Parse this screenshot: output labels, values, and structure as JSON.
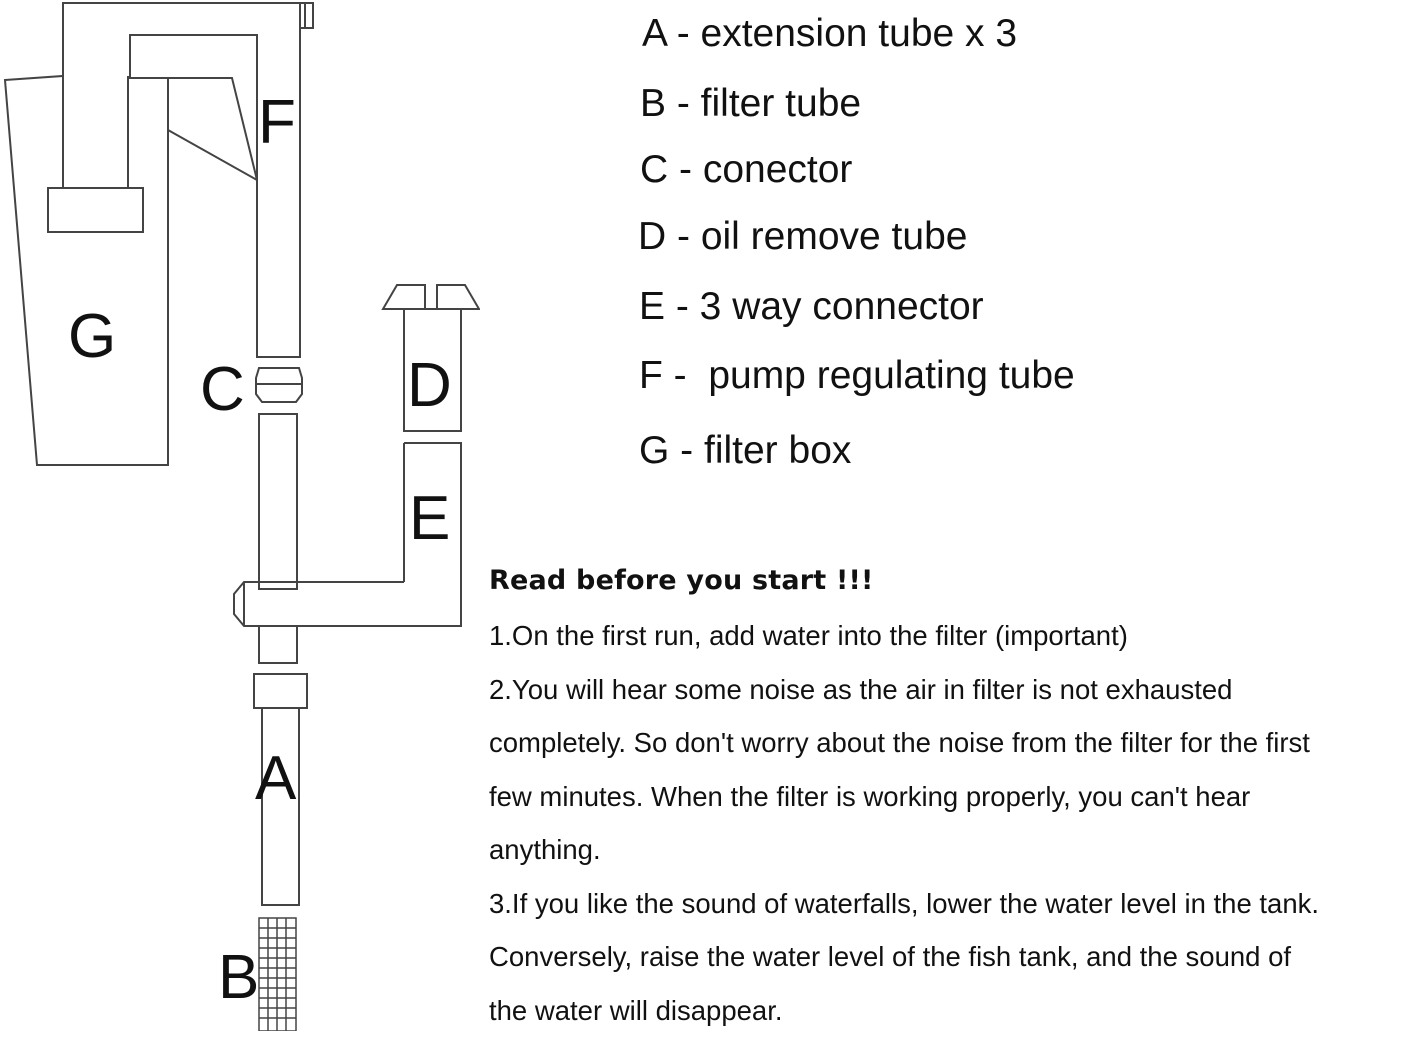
{
  "diagram": {
    "part_labels": {
      "a": "A",
      "b": "B",
      "c": "C",
      "d": "D",
      "e": "E",
      "f": "F",
      "g": "G"
    }
  },
  "legend": [
    "A - extension tube x 3",
    "B - filter tube",
    "C - conector",
    "D - oil remove tube",
    "E - 3 way connector",
    "F -  pump regulating tube",
    "G - filter box"
  ],
  "notes": {
    "heading": "Read before you start !!!",
    "lines": [
      "1.On the first run, add water into the filter (important)",
      "2.You will hear some noise as the air in filter is not exhausted",
      "completely. So don't worry about the noise from the filter for the first",
      "few minutes. When the filter is working properly, you can't hear",
      "anything.",
      "3.If you like the sound of waterfalls, lower the water level in the tank.",
      "Conversely, raise the water level of the fish tank, and the sound of",
      "the water will disappear."
    ]
  },
  "colors": {
    "line": "#444444",
    "text": "#111111",
    "background": "#ffffff"
  }
}
